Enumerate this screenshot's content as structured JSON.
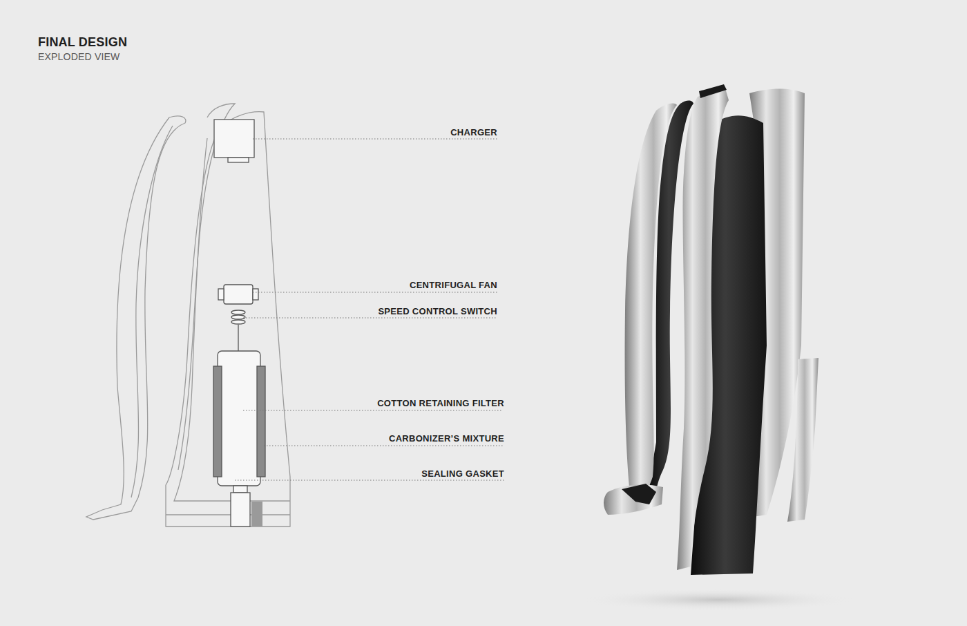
{
  "diagram": {
    "title": "FINAL DESIGN",
    "labels": [
      "EXPLODED VIEW",
      "CHARGER",
      "CENTRIFUGAL FAN",
      "SPEED CONTROL SWITCH",
      "COTTON RETAINING FILTER",
      "CARBONIZER’S MIXTURE",
      "SEALING GASKET"
    ]
  }
}
